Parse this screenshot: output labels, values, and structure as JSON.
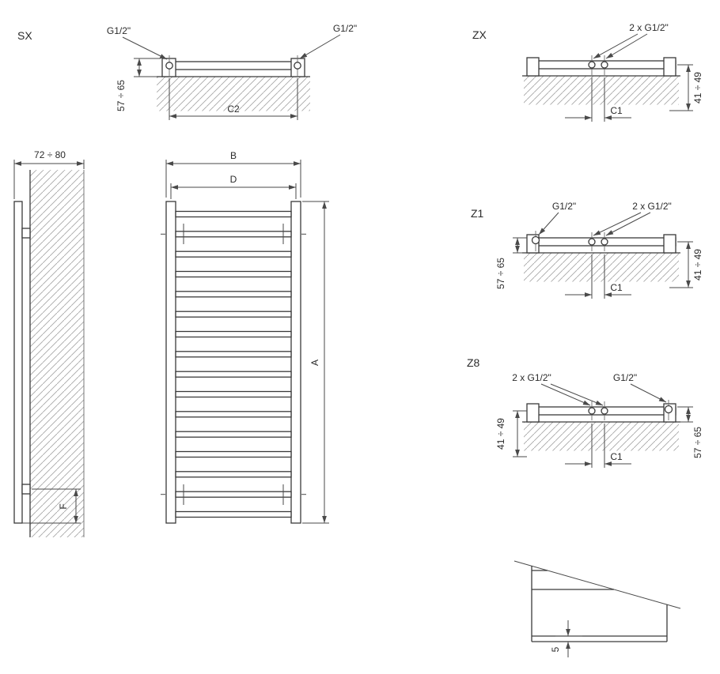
{
  "drawing": {
    "line_color": "#3a3a3a",
    "dim_color": "#4a4a4a",
    "hatch_color": "#a8a8a8"
  },
  "views": {
    "sx": {
      "label": "SX",
      "conn_left": "G1/2\"",
      "conn_right": "G1/2\"",
      "dim_wall": "57 ÷ 65",
      "dim_c2": "C2"
    },
    "side": {
      "dim_depth": "72 ÷ 80",
      "dim_f": "F"
    },
    "front": {
      "dim_b": "B",
      "dim_d": "D",
      "dim_a": "A"
    },
    "zx": {
      "label": "ZX",
      "conn_center": "2 x G1/2\"",
      "dim_wall": "41 ÷ 49",
      "dim_c1": "C1"
    },
    "z1": {
      "label": "Z1",
      "conn_left": "G1/2\"",
      "conn_center": "2 x G1/2\"",
      "dim_left": "57 ÷ 65",
      "dim_right": "41 ÷ 49",
      "dim_c1": "C1"
    },
    "z8": {
      "label": "Z8",
      "conn_center": "2 x G1/2\"",
      "conn_right": "G1/2\"",
      "dim_left": "41 ÷ 49",
      "dim_right": "57 ÷ 65",
      "dim_c1": "C1"
    },
    "detail": {
      "dim_gap": "5"
    }
  }
}
